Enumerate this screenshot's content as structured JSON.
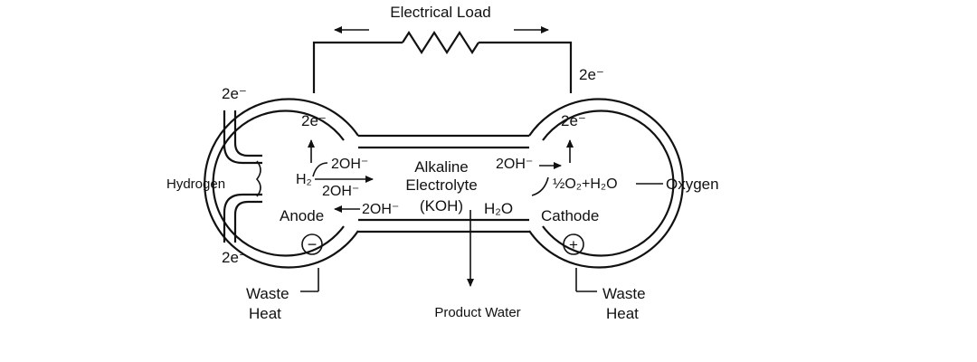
{
  "colors": {
    "ink": "#111111",
    "background": "#ffffff"
  },
  "circuit": {
    "load_label": "Electrical Load",
    "electrons_right": "2e⁻",
    "electrons_left_top": "2e⁻",
    "electrons_left_bottom": "2e⁻"
  },
  "anode": {
    "label": "Anode",
    "electrons": "2e⁻",
    "hydrogen_label": "Hydrogen",
    "h2": "H₂",
    "oh_top": "2OH⁻",
    "oh_mid": "2OH⁻",
    "oh_in": "2OH⁻",
    "polarity": "−",
    "waste_heat_line1": "Waste",
    "waste_heat_line2": "Heat"
  },
  "electrolyte": {
    "line1": "Alkaline",
    "line2": "Electrolyte",
    "line3": "(KOH)",
    "water": "H₂O",
    "product_water_label": "Product Water"
  },
  "cathode": {
    "label": "Cathode",
    "electrons": "2e⁻",
    "oh_out": "2OH⁻",
    "reaction": "½O₂+H₂O",
    "oxygen_label": "Oxygen",
    "polarity": "+",
    "waste_heat_line1": "Waste",
    "waste_heat_line2": "Heat"
  }
}
